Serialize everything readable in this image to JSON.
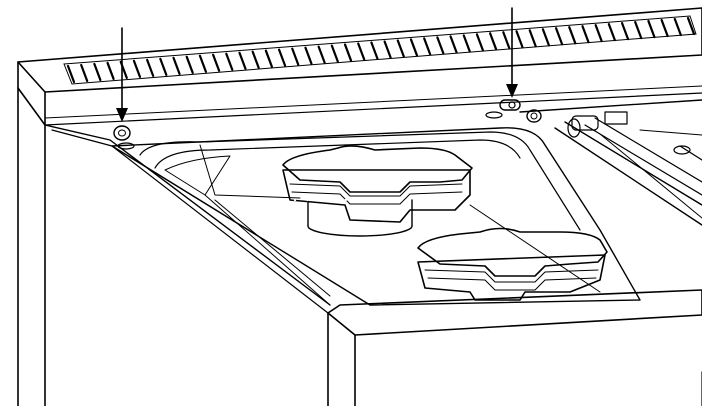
{
  "figure": {
    "colors": {
      "line": "#000000",
      "background": "#ffffff",
      "shade_light": "#f2f2f2",
      "shade_mid": "#d9d9d9",
      "shade_dark": "#1a1a1a"
    },
    "callouts": [
      {
        "id": "arrow-left",
        "target": "left-screw",
        "icon": "arrow-down-icon"
      },
      {
        "id": "arrow-right",
        "target": "right-screw",
        "icon": "arrow-down-icon"
      }
    ],
    "parts": [
      "vent-grille",
      "top-panel",
      "side-housing",
      "basin-tray",
      "star-knob-back",
      "star-knob-front",
      "side-rail",
      "front-panel",
      "screws"
    ]
  }
}
